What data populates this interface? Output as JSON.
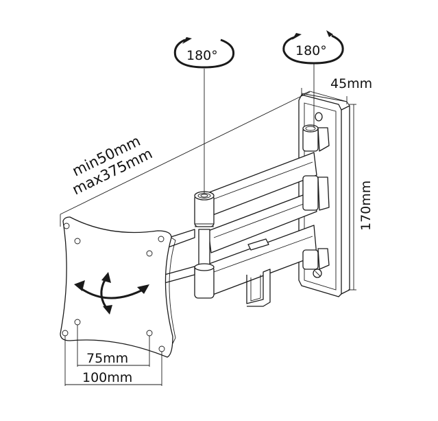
{
  "diagram": {
    "subject": "Articulating TV wall mount bracket",
    "labels": {
      "swivel_left": "180°",
      "swivel_right": "180°",
      "depth_dim": "45mm",
      "height_dim": "170mm",
      "extension_min": "min50mm",
      "extension_max": "max375mm",
      "vesa_small": "75mm",
      "vesa_large": "100mm"
    },
    "colors": {
      "line": "#1a1a1a",
      "background": "#ffffff"
    }
  }
}
